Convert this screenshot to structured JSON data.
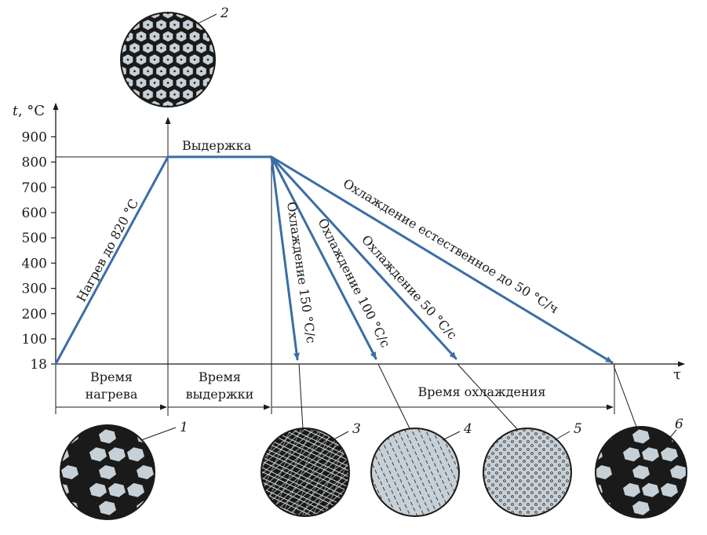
{
  "axis": {
    "y_label_italic": "t",
    "y_label_unit": ", °C",
    "x_label": "τ",
    "y_ticks": [
      "18",
      "100",
      "200",
      "300",
      "400",
      "500",
      "600",
      "700",
      "800",
      "900"
    ]
  },
  "process": {
    "hold_label": "Выдержка",
    "heating_label": "Нагрев до 820 °С",
    "cooling_labels": [
      "Охлаждение 150 °С/с",
      "Охлаждение 100 °С/с",
      "Охлаждение 50 °С/с",
      "Охлаждение естественное до 50 °С/ч"
    ]
  },
  "time_labels": {
    "heating_line1": "Время",
    "heating_line2": "нагрева",
    "hold_line1": "Время",
    "hold_line2": "выдержки",
    "cooling": "Время охлаждения"
  },
  "structures": [
    "1",
    "2",
    "3",
    "4",
    "5",
    "6"
  ],
  "colors": {
    "curve": "#3a6ea5",
    "ink": "#1a1a1a",
    "grain": "#c7d0d6"
  }
}
